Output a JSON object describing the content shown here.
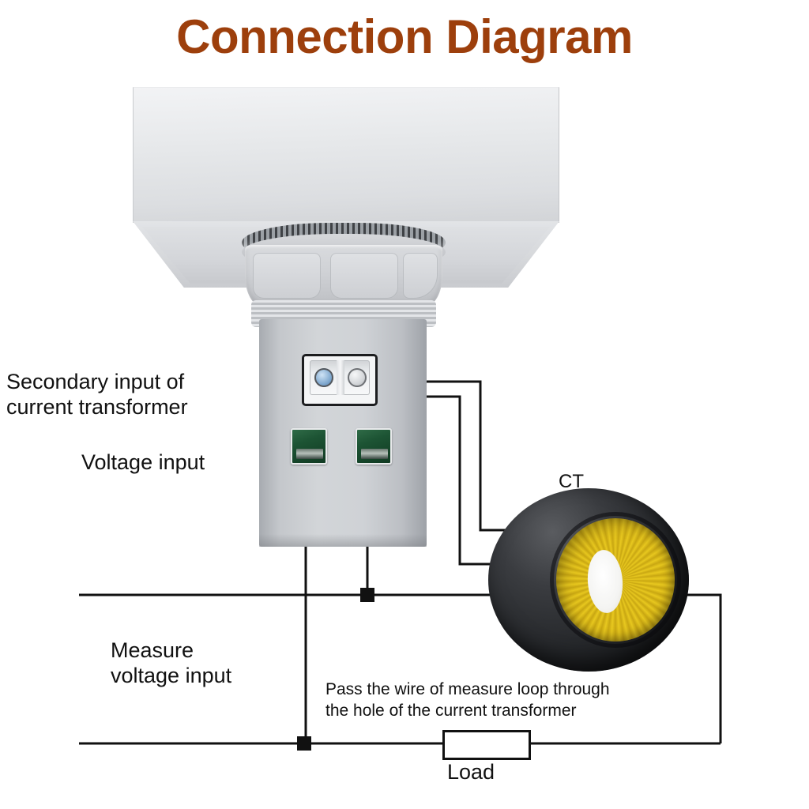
{
  "page": {
    "title": "Connection Diagram",
    "title_color": "#9d3f0c",
    "background": "#ffffff"
  },
  "labels": {
    "ct_secondary_input": "Secondary input of\ncurrent transformer",
    "voltage_input": "Voltage input",
    "measure_voltage_input": "Measure\nvoltage input",
    "pass_wire_note": "Pass the wire of measure loop through\nthe hole of the current transformer",
    "ct": "CT",
    "load": "Load"
  },
  "device": {
    "name": "panel meter rear view",
    "body_color": "#cfd2d6",
    "terminals": {
      "ct_secondary_block": {
        "name": "white terminal block",
        "color": "#f4f5f6",
        "poles": 2
      },
      "voltage_blocks": {
        "name": "green terminal blocks",
        "color": "#1d5434",
        "count": 2
      }
    }
  },
  "current_transformer": {
    "label": "CT",
    "shell_color": "#232528",
    "core_color": "#e8c81f",
    "aperture_color": "#ffffff"
  },
  "load": {
    "label": "Load",
    "outline_color": "#111111",
    "fill_color": "#ffffff"
  },
  "wiring": {
    "line_color": "#111111",
    "junction_color": "#111111",
    "junction_count": 2
  }
}
